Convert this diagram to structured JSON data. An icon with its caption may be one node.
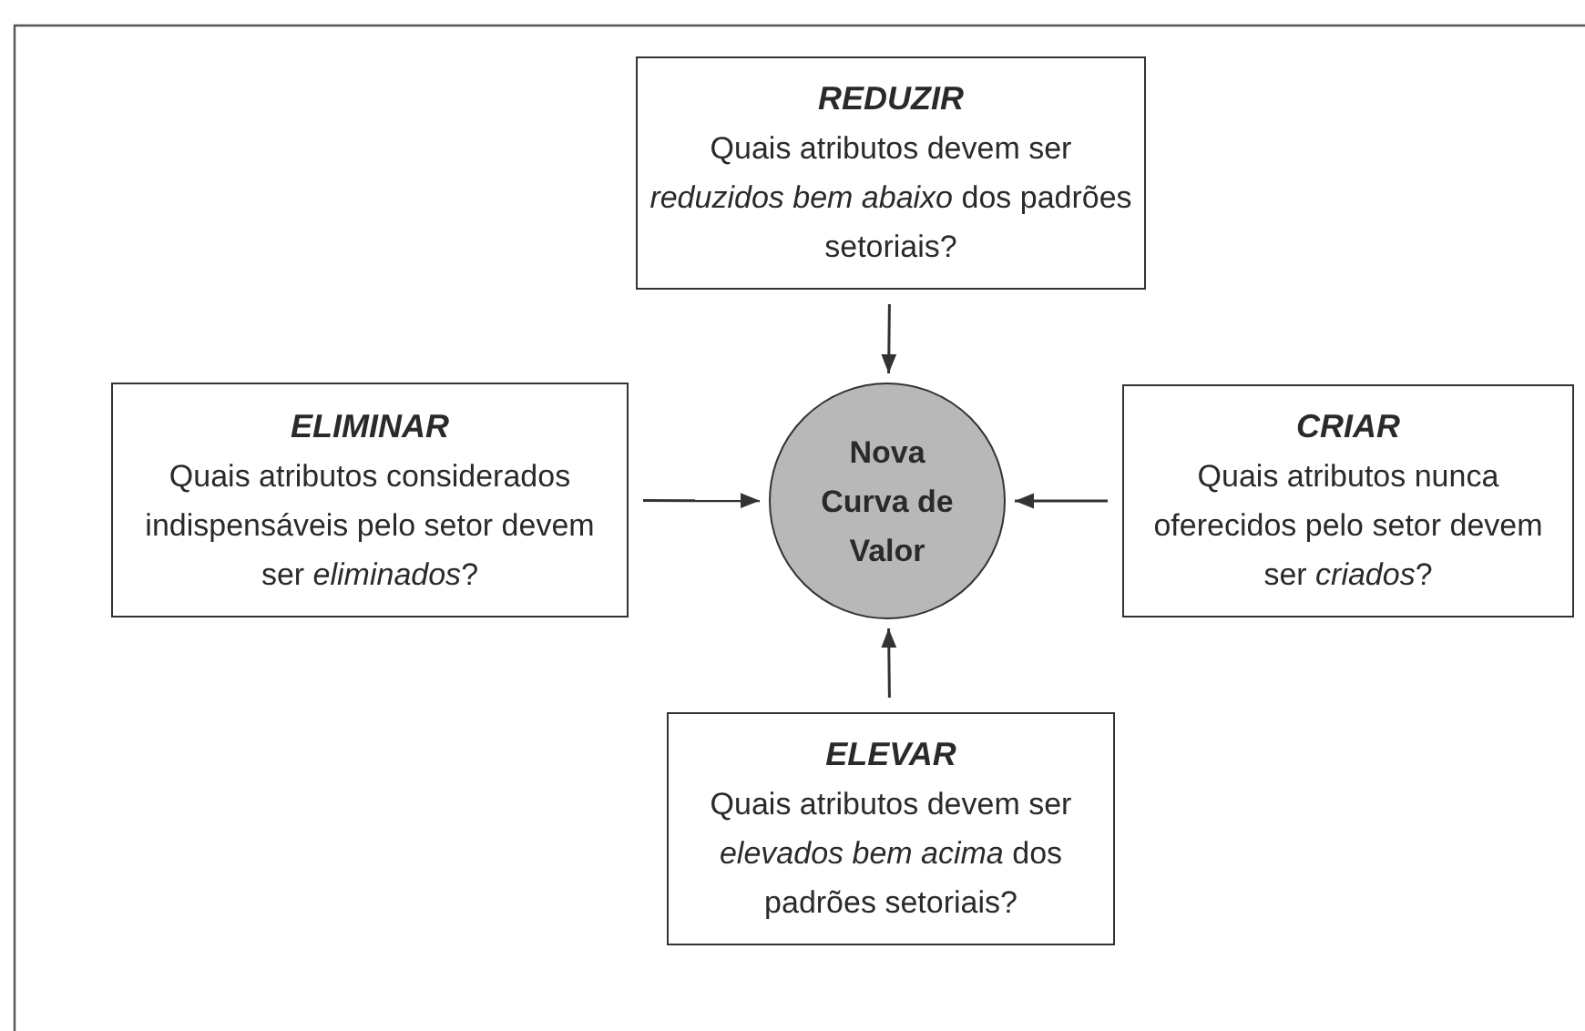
{
  "diagram": {
    "nodes": [
      {
        "text": [
          "REDUZIR",
          "Quais atributos devem ser *reduzidos bem abaixo* dos padrões setoriais?"
        ]
      },
      {
        "text": [
          "ELIMINAR",
          "Quais atributos considerados indispensáveis pelo setor devem ser *eliminados*?"
        ]
      },
      {
        "text": [
          "Nova Curva de Valor"
        ]
      },
      {
        "text": [
          "CRIAR",
          "Quais atributos nunca oferecidos pelo setor devem ser *criados*?"
        ]
      },
      {
        "text": [
          "ELEVAR",
          "Quais atributos devem ser *elevados bem acima* dos padrões setoriais?"
        ]
      }
    ],
    "edges": [
      {
        "from": 0,
        "to": 2,
        "arrow": "to"
      },
      {
        "from": 1,
        "to": 2,
        "arrow": "to"
      },
      {
        "from": 3,
        "to": 2,
        "arrow": "to"
      },
      {
        "from": 4,
        "to": 2,
        "arrow": "to"
      }
    ]
  }
}
